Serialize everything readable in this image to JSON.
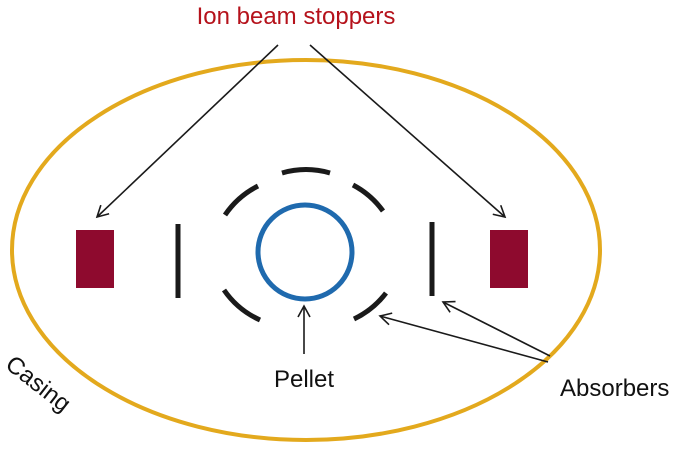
{
  "labels": {
    "stoppers": "Ion beam stoppers",
    "pellet": "Pellet",
    "casing": "Casing",
    "absorbers": "Absorbers"
  },
  "colors": {
    "casing": "#E3A91D",
    "stopper": "#8E0A2E",
    "pellet": "#1F6AAE",
    "absorber": "#1A1A1A",
    "arrow": "#1A1A1A",
    "stoppers_text": "#B5121B",
    "label_text": "#111111"
  }
}
